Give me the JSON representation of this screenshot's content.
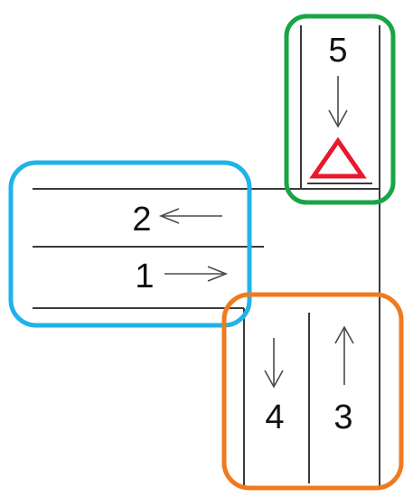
{
  "colors": {
    "west_zone": "#20b3e8",
    "north_zone": "#19a545",
    "south_zone": "#f07a1e",
    "yield_sign": "#e8192c",
    "road_line": "#3a3a3a"
  },
  "lanes": [
    {
      "number": "1",
      "direction": "right",
      "approach": "west"
    },
    {
      "number": "2",
      "direction": "left",
      "approach": "west"
    },
    {
      "number": "3",
      "direction": "up",
      "approach": "south"
    },
    {
      "number": "4",
      "direction": "down",
      "approach": "south"
    },
    {
      "number": "5",
      "direction": "down",
      "approach": "north"
    }
  ],
  "signs": [
    {
      "lane": "5",
      "type": "yield",
      "icon": "yield-triangle-icon"
    }
  ]
}
